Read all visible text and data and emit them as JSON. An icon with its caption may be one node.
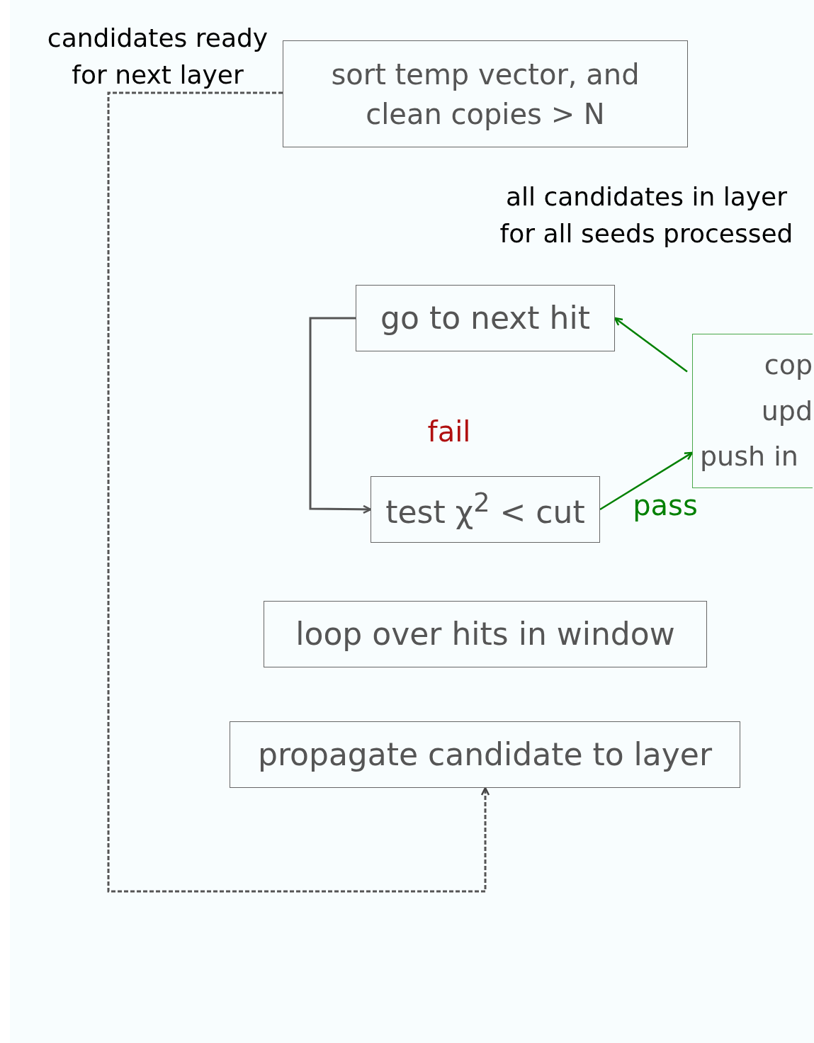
{
  "diagram": {
    "nodes": [
      {
        "text": [
          "sort temp vector, and clean copies > N"
        ]
      },
      {
        "text": [
          "go to next hit"
        ]
      },
      {
        "text": [
          "cop",
          "upd",
          "push in"
        ]
      },
      {
        "text": [
          "test χ$^{2}$ < cut"
        ]
      },
      {
        "text": [
          "loop over hits in window"
        ]
      },
      {
        "text": [
          "propagate candidate to layer"
        ]
      }
    ],
    "edges": [
      {
        "from": 0,
        "to": 5,
        "arrow": "to",
        "style": "dashed",
        "label": "candidates ready for next layer"
      },
      {
        "from": 1,
        "to": 3,
        "arrow": "to",
        "label": "fail"
      },
      {
        "from": 3,
        "to": 2,
        "arrow": "to",
        "label": "pass",
        "color": "#008000"
      },
      {
        "from": 2,
        "to": 1,
        "arrow": "to",
        "color": "#008000"
      }
    ],
    "labels": [
      "all candidates in layer for all seeds processed"
    ]
  }
}
